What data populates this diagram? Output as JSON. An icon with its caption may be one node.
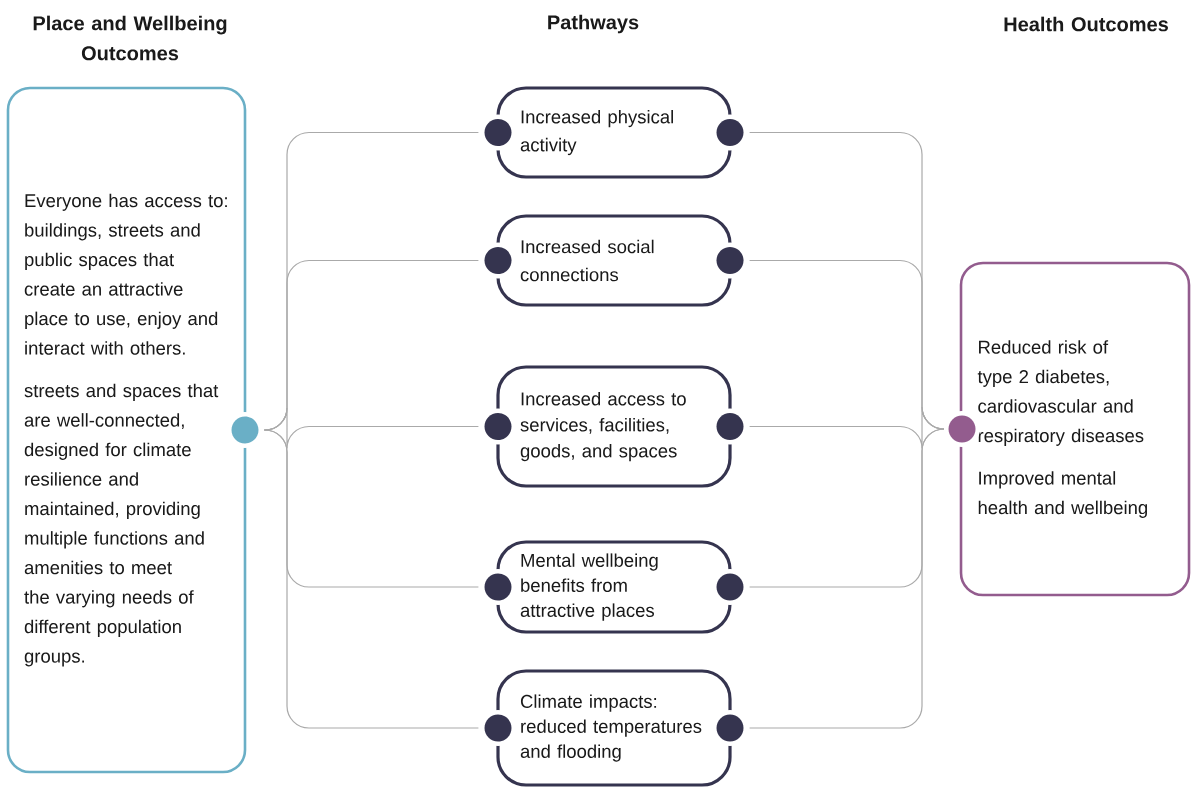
{
  "diagram": {
    "nodes": [
      {
        "text": [
          "Everyone has access to:",
          "buildings, streets and public spaces that create an attractive place to use, enjoy and interact with others.",
          "streets and spaces that are well-connected, designed for climate resilience and maintained, providing multiple functions and amenities to meet the varying needs of different population groups."
        ]
      },
      {
        "text": [
          "Increased physical activity"
        ]
      },
      {
        "text": [
          "Increased social connections"
        ]
      },
      {
        "text": [
          "Increased access to services, facilities, goods, and spaces"
        ]
      },
      {
        "text": [
          "Mental wellbeing benefits from attractive places"
        ]
      },
      {
        "text": [
          "Climate impacts: reduced temperatures and flooding"
        ]
      },
      {
        "text": [
          "Reduced risk of type 2 diabetes, cardiovascular and respiratory diseases",
          "Improved mental health and wellbeing"
        ]
      }
    ],
    "edges": [
      {
        "from": 0,
        "to": 1,
        "arrow": "none"
      },
      {
        "from": 0,
        "to": 2,
        "arrow": "none"
      },
      {
        "from": 0,
        "to": 3,
        "arrow": "none"
      },
      {
        "from": 0,
        "to": 4,
        "arrow": "none"
      },
      {
        "from": 0,
        "to": 5,
        "arrow": "none"
      },
      {
        "from": 1,
        "to": 6,
        "arrow": "none"
      },
      {
        "from": 2,
        "to": 6,
        "arrow": "none"
      },
      {
        "from": 3,
        "to": 6,
        "arrow": "none"
      },
      {
        "from": 4,
        "to": 6,
        "arrow": "none"
      },
      {
        "from": 5,
        "to": 6,
        "arrow": "none"
      }
    ],
    "labels": [
      "Place and Wellbeing Outcomes",
      "Pathways",
      "Health Outcomes"
    ]
  }
}
